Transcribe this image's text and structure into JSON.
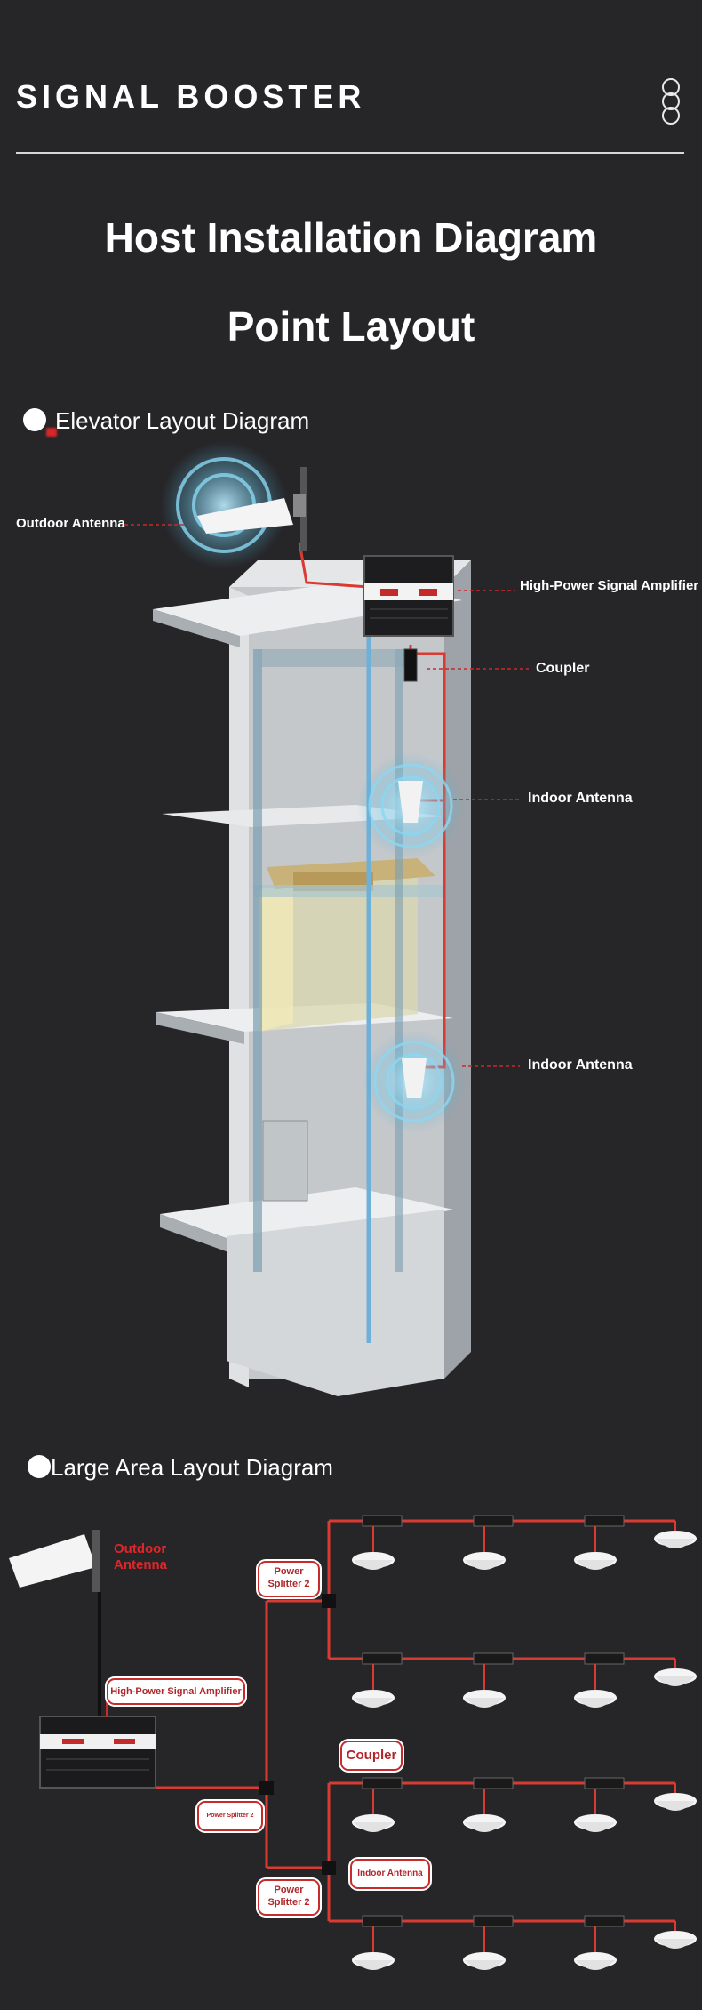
{
  "header": {
    "brand": "SIGNAL BOOSTER",
    "menu_icon": "three-rings-menu-icon"
  },
  "titles": {
    "line1": "Host Installation Diagram",
    "line2": "Point Layout"
  },
  "elevator": {
    "title": "Elevator Layout Diagram",
    "labels": {
      "outdoor_antenna": "Outdoor Antenna",
      "amplifier": "High-Power Signal Amplifier",
      "coupler": "Coupler",
      "indoor_antenna_1": "Indoor Antenna",
      "indoor_antenna_2": "Indoor Antenna"
    }
  },
  "large_area": {
    "title": "Large Area Layout Diagram",
    "labels": {
      "outdoor_antenna": "Outdoor Antenna",
      "amplifier": "High-Power Signal Amplifier",
      "power_splitter_top": "Power Splitter 2",
      "power_splitter_mid": "Power Splitter 2",
      "power_splitter_bottom": "Power Splitter 2",
      "coupler": "Coupler",
      "indoor_antenna": "Indoor Antenna"
    }
  },
  "colors": {
    "background": "#262527",
    "cable_red": "#d93a32",
    "cable_blue": "#6fb0d8",
    "label_red": "#b0262a"
  }
}
